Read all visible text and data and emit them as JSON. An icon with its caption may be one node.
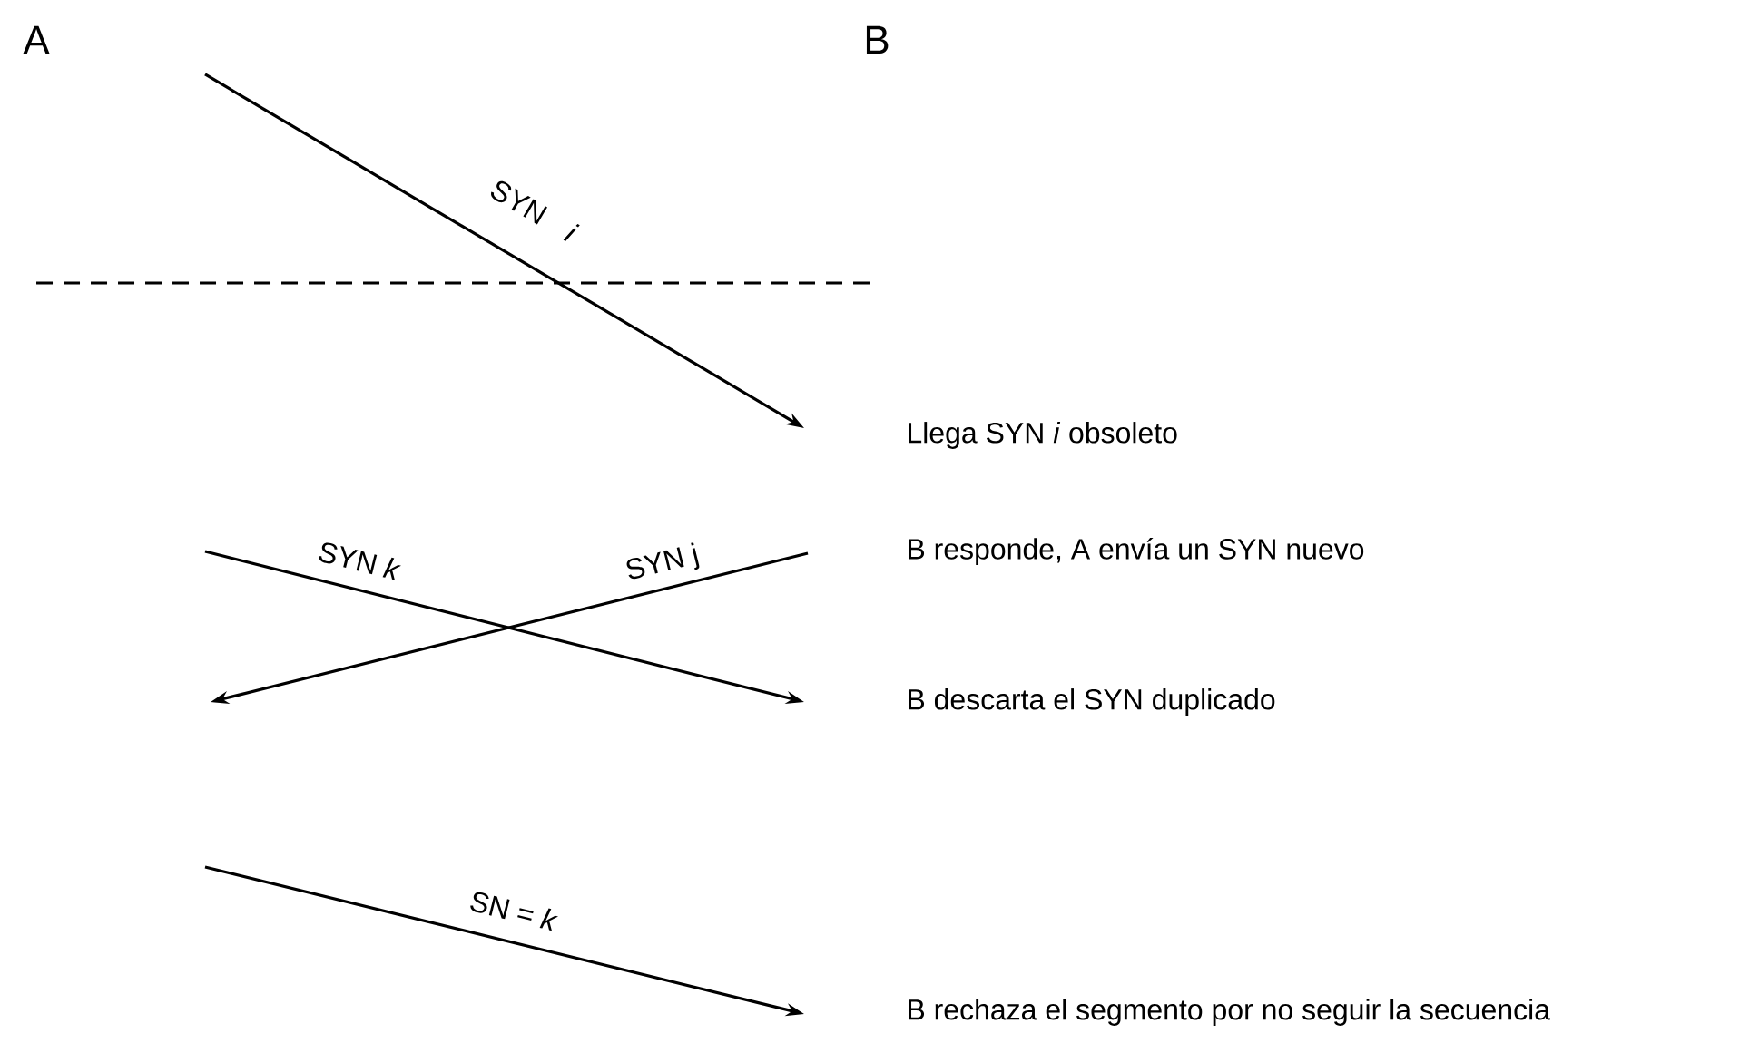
{
  "diagram": {
    "labels": [
      "A",
      "B",
      "SYN *i*",
      "Llega SYN *i* obsoleto",
      "SYN *k*",
      "SYN j",
      "B responde, A envía un SYN nuevo",
      "B descarta el SYN duplicado",
      "SN = *k*",
      "B rechaza el segmento por no seguir la secuencia"
    ]
  }
}
